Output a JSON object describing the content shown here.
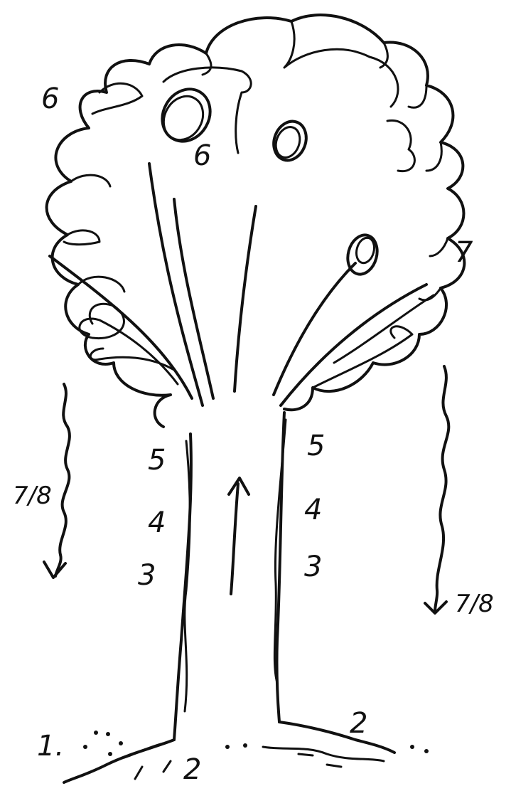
{
  "labels": {
    "crown_left_6": "6",
    "crown_center_6": "6",
    "crown_right_7": "7",
    "trunk_left_5": "5",
    "trunk_left_4": "4",
    "trunk_left_3": "3",
    "trunk_right_5": "5",
    "trunk_right_4": "4",
    "trunk_right_3": "3",
    "ground_1": "1.",
    "ground_left_2": "2",
    "ground_right_2": "2",
    "side_left_7_8": "7/8",
    "side_right_7_8": "7/8"
  },
  "colors": {
    "ink": "#111111",
    "paper": "#ffffff"
  }
}
